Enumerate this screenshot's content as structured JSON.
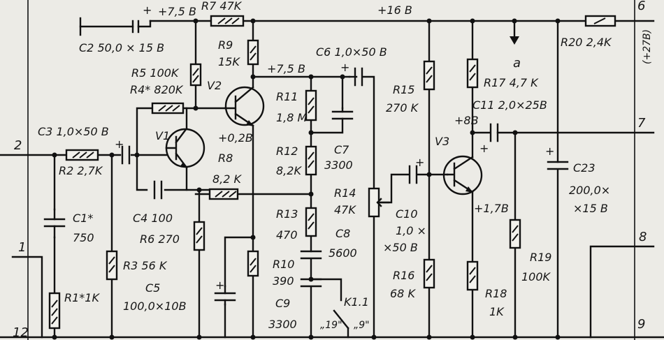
{
  "rails": {
    "v75_top": "+7,5 B",
    "v16": "+16 B"
  },
  "terminals": {
    "t1": "1",
    "t2": "2",
    "t6": "6",
    "t7": "7",
    "t8": "8",
    "t9": "9",
    "t12": "12",
    "t27": "(+27B)"
  },
  "components": {
    "R1": {
      "name": "R1*",
      "value": "1K"
    },
    "R2": {
      "name": "R2",
      "value": "2,7K"
    },
    "R3": {
      "name": "R3",
      "value": "56 K"
    },
    "R4": {
      "name": "R4*",
      "value": "820K"
    },
    "R5": {
      "name": "R5",
      "value": "100K"
    },
    "R6": {
      "name": "R6",
      "value": "270"
    },
    "R7": {
      "name": "R7",
      "value": "47K"
    },
    "R8": {
      "name": "R8",
      "value": "8,2 K"
    },
    "R9": {
      "name": "R9",
      "value": "15K"
    },
    "R10": {
      "name": "R10",
      "value": "390"
    },
    "R11": {
      "name": "R11",
      "value": "1,8 M"
    },
    "R12": {
      "name": "R12",
      "value": "8,2K"
    },
    "R13": {
      "name": "R13",
      "value": "470"
    },
    "R14": {
      "name": "R14",
      "value": "47K"
    },
    "R15": {
      "name": "R15",
      "value": "270 K"
    },
    "R16": {
      "name": "R16",
      "value": "68 K"
    },
    "R17": {
      "name": "R17",
      "value": "4,7 K"
    },
    "R18": {
      "name": "R18",
      "value": "1K"
    },
    "R19": {
      "name": "R19",
      "value": "100K"
    },
    "R20": {
      "name": "R20",
      "value": "2,4K"
    },
    "C1": {
      "name": "C1*",
      "value": "750"
    },
    "C2": {
      "name": "C2",
      "value": "50,0 × 15 B"
    },
    "C3": {
      "name": "C3",
      "value": "1,0×50 B"
    },
    "C4": {
      "name": "C4",
      "value": "100"
    },
    "C5": {
      "name": "C5",
      "value": "100,0×10B"
    },
    "C6": {
      "name": "C6",
      "value": "1,0×50 B"
    },
    "C7": {
      "name": "C7",
      "value": "3300"
    },
    "C8": {
      "name": "C8",
      "value": "5600"
    },
    "C9": {
      "name": "C9",
      "value": "3300"
    },
    "C10": {
      "name": "C10",
      "value1": "1,0 ×",
      "value2": "×50 B"
    },
    "C11": {
      "name": "C11",
      "value": "2,0×25B"
    },
    "C23": {
      "name": "C23",
      "value1": "200,0×",
      "value2": "×15 B"
    },
    "V1": {
      "name": "V1"
    },
    "V2": {
      "name": "V2"
    },
    "V3": {
      "name": "V3"
    },
    "K11": {
      "name": "K1.1"
    }
  },
  "voltages": {
    "v2_emit": "+0,2B",
    "v75_mid": "+7,5 B",
    "v3_col": "+8B",
    "v3_emit": "+1,7B"
  },
  "misc": {
    "plus": "+",
    "point_a": "a",
    "sw19": "„19\"",
    "sw9": "„9\""
  }
}
